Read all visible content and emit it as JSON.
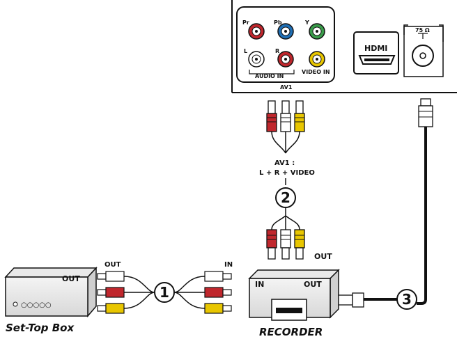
{
  "tv_panel": {
    "jacks": {
      "pr": "Pr",
      "pb": "Pb",
      "y": "Y",
      "l": "L",
      "r": "R"
    },
    "audio_in": "AUDIO IN",
    "video_in": "VIDEO IN",
    "av1": "AV1",
    "hdmi": "HDMI",
    "antenna": "75 Ω"
  },
  "cable_label": {
    "line1": "AV1 :",
    "line2": "L + R + VIDEO"
  },
  "steps": [
    "1",
    "2",
    "3"
  ],
  "set_top_box": {
    "out": "OUT",
    "caption": "Set-Top Box"
  },
  "recorder": {
    "in": "IN",
    "out": "OUT",
    "caption": "RECORDER"
  },
  "cable_ends": {
    "out_left": "OUT",
    "in_right": "IN",
    "out_recorder": "OUT"
  },
  "colors": {
    "red": "#c0272d",
    "blue": "#1f6fb5",
    "green": "#3a9c4a",
    "yellow": "#e8c600",
    "white": "#ffffff"
  }
}
